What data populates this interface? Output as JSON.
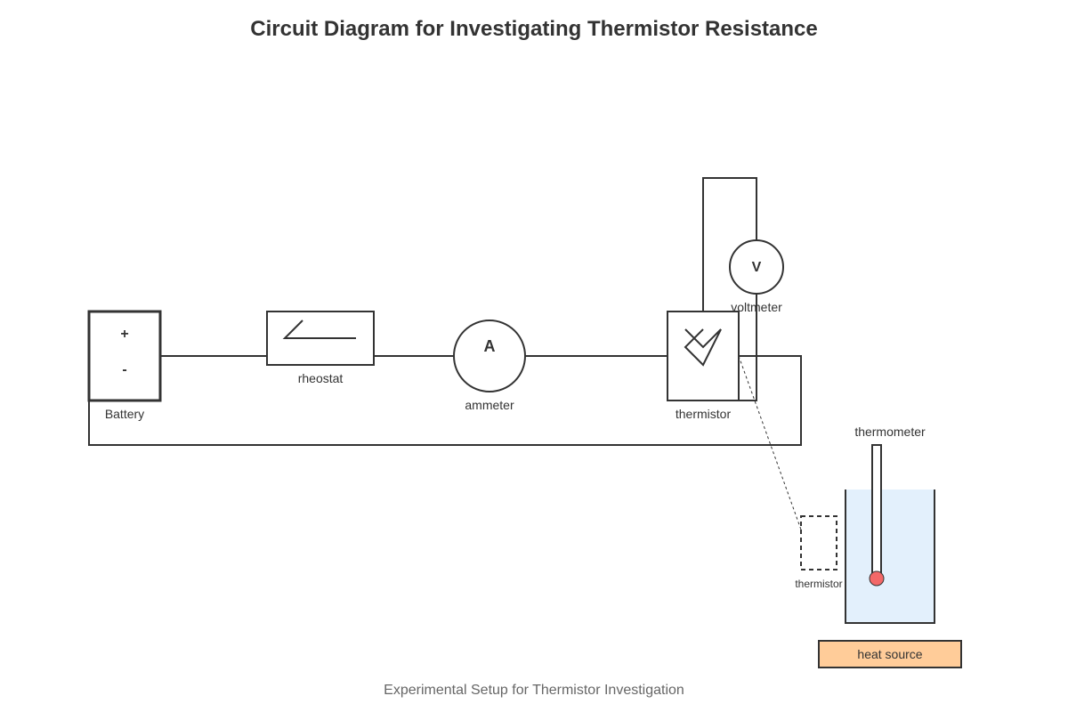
{
  "title": "Circuit Diagram for Investigating Thermistor Resistance",
  "caption": "Experimental Setup for Thermistor Investigation",
  "battery": {
    "label": "Battery",
    "plus": "+",
    "minus": "-"
  },
  "rheostat": {
    "label": "rheostat"
  },
  "ammeter": {
    "symbol": "A",
    "label": "ammeter"
  },
  "voltmeter": {
    "symbol": "V",
    "label": "voltmeter"
  },
  "thermistor": {
    "label": "thermistor",
    "immersed_label": "thermistor"
  },
  "thermometer": {
    "label": "thermometer"
  },
  "heat_source": {
    "label": "heat source"
  },
  "colors": {
    "line": "#333333",
    "water": "#e3f0fc",
    "thermometer_bulb": "#f36868",
    "heat_source_fill": "#ffcc99",
    "caption_text": "#666666"
  }
}
